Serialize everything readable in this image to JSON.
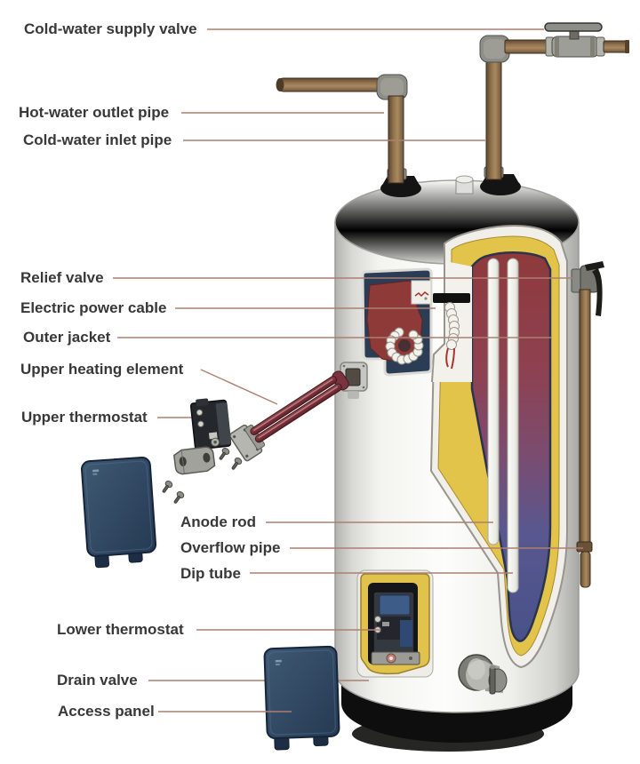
{
  "figure": {
    "labels": {
      "cold_water_supply_valve": "Cold-water supply valve",
      "hot_water_outlet_pipe": "Hot-water outlet pipe",
      "cold_water_inlet_pipe": "Cold-water inlet pipe",
      "relief_valve": "Relief valve",
      "electric_power_cable": "Electric power cable",
      "outer_jacket": "Outer jacket",
      "upper_heating_element": "Upper heating element",
      "upper_thermostat": "Upper thermostat",
      "anode_rod": "Anode rod",
      "overflow_pipe": "Overflow pipe",
      "dip_tube": "Dip tube",
      "lower_thermostat": "Lower thermostat",
      "drain_valve": "Drain valve",
      "access_panel": "Access panel"
    },
    "colors": {
      "label_text": "#383838",
      "leader_line": "#ad7f72",
      "pipe_copper": "#93744f",
      "insulation_yellow": "#e3c44b",
      "water_hot": "#8e3a3c",
      "water_cold": "#475289",
      "panel_navy": "#2c3e55",
      "tank_white": "#f4f4f1",
      "base_black": "#0e0e0e"
    }
  }
}
